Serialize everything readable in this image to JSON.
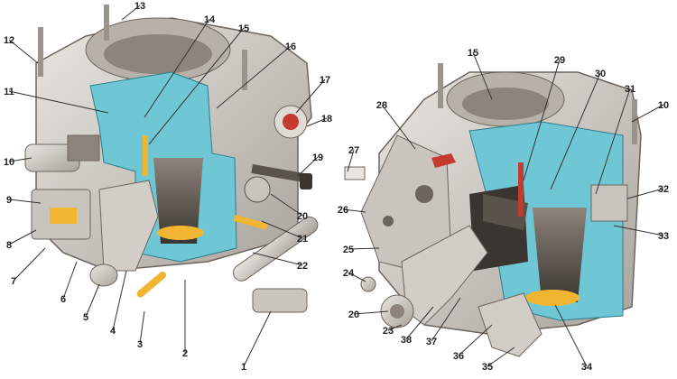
{
  "diagram": {
    "left_view": {
      "callouts": [
        "1",
        "2",
        "3",
        "4",
        "5",
        "6",
        "7",
        "8",
        "9",
        "10",
        "11",
        "12",
        "13",
        "14",
        "15",
        "16",
        "17",
        "18",
        "19",
        "20",
        "21",
        "22"
      ]
    },
    "right_view": {
      "callouts": [
        "10",
        "15",
        "20",
        "23",
        "24",
        "25",
        "26",
        "27",
        "28",
        "29",
        "30",
        "31",
        "32",
        "33",
        "34",
        "35",
        "36",
        "37",
        "38"
      ]
    },
    "colors": {
      "metal": "#d7d4cf",
      "metal_shadow": "#a8a29b",
      "cutaway": "#6fc7d6",
      "brass": "#f2b531",
      "red": "#c43a2e",
      "dark": "#3a3530"
    }
  }
}
